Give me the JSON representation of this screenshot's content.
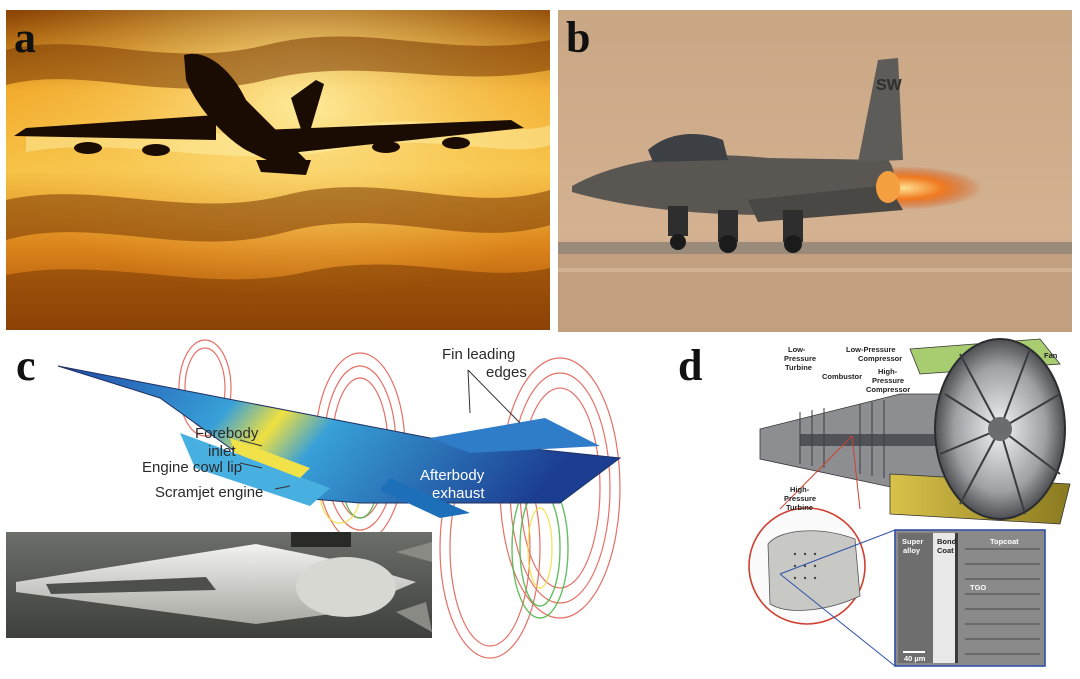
{
  "panels": {
    "a": {
      "letter": "a"
    },
    "b": {
      "letter": "b"
    },
    "c": {
      "letter": "c",
      "labels": {
        "fin_leading_edges_1": "Fin leading",
        "fin_leading_edges_2": "edges",
        "forebody_inlet_1": "Forebody",
        "forebody_inlet_2": "inlet",
        "engine_cowl_lip": "Engine cowl lip",
        "scramjet_engine": "Scramjet engine",
        "afterbody_exhaust_1": "Afterbody",
        "afterbody_exhaust_2": "exhaust"
      }
    },
    "d": {
      "letter": "d",
      "labels": {
        "lp_turbine_1": "Low-",
        "lp_turbine_2": "Pressure",
        "lp_turbine_3": "Turbine",
        "combustor": "Combustor",
        "lp_compressor_1": "Low-Pressure",
        "lp_compressor_2": "Compressor",
        "hp_compressor_1": "High-",
        "hp_compressor_2": "Pressure",
        "hp_compressor_3": "Compressor",
        "fan": "Fan",
        "hp_turbine_1": "High-",
        "hp_turbine_2": "Pressure",
        "hp_turbine_3": "Turbine",
        "superalloy_1": "Super",
        "superalloy_2": "alloy",
        "bond_coat_1": "Bond",
        "bond_coat_2": "Coat",
        "topcoat": "Topcoat",
        "tgo": "TGO",
        "scale_bar": "40 µm"
      }
    }
  },
  "colors": {
    "sunset_sky": "#f0a020",
    "desert_haze": "#c9a27e",
    "contour_red": "#e0584c",
    "contour_green": "#4bb54a",
    "frame_blue": "#3050a8",
    "callout_red": "#d04030"
  }
}
